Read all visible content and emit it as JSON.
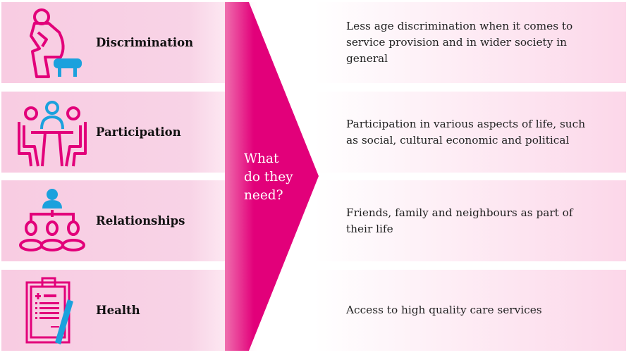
{
  "center_question": "What\ndo they\nneed?",
  "rows": [
    {
      "label": "Discrimination",
      "icon": "thinker-icon",
      "description": "Less age discrimination when it comes to service provision and in wider society in general"
    },
    {
      "label": "Participation",
      "icon": "meeting-icon",
      "description": "Participation in various aspects of life, such as social, cultural economic and political"
    },
    {
      "label": "Relationships",
      "icon": "network-icon",
      "description": "Friends, family and neighbours as part of their life"
    },
    {
      "label": "Health",
      "icon": "clipboard-icon",
      "description": "Access to high quality care services"
    }
  ],
  "colors": {
    "magenta": "#e2007a",
    "blue": "#1ba1dd",
    "pink": "#f8cce2"
  }
}
